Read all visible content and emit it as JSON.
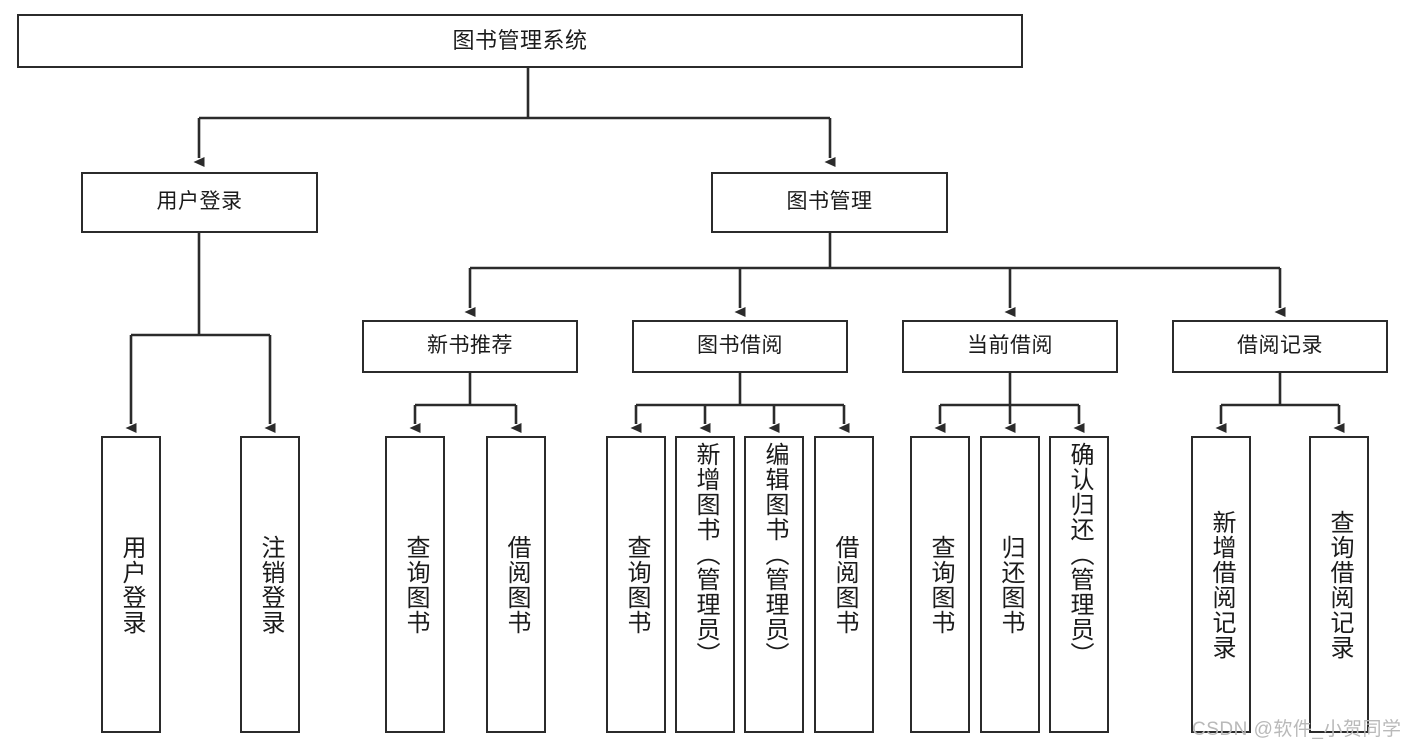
{
  "diagram": {
    "title": "图书管理系统",
    "root": {
      "label": "图书管理系统"
    },
    "level2": [
      {
        "label": "用户登录"
      },
      {
        "label": "图书管理"
      }
    ],
    "level3": [
      {
        "label": "新书推荐"
      },
      {
        "label": "图书借阅"
      },
      {
        "label": "当前借阅"
      },
      {
        "label": "借阅记录"
      }
    ],
    "leaves": {
      "user_login": [
        {
          "label": "用户登录"
        },
        {
          "label": "注销登录"
        }
      ],
      "new_book_recommend": [
        {
          "label": "查询图书"
        },
        {
          "label": "借阅图书"
        }
      ],
      "book_borrow": [
        {
          "label": "查询图书"
        },
        {
          "label": "新增图书（管理员）"
        },
        {
          "label": "编辑图书（管理员）"
        },
        {
          "label": "借阅图书"
        }
      ],
      "current_borrow": [
        {
          "label": "查询图书"
        },
        {
          "label": "归还图书"
        },
        {
          "label": "确认归还（管理员）"
        }
      ],
      "borrow_record": [
        {
          "label": "新增借阅记录"
        },
        {
          "label": "查询借阅记录"
        }
      ]
    }
  },
  "watermark": {
    "text": "CSDN @软件_小贺同学"
  },
  "colors": {
    "border": "#2b2b2b",
    "text": "#1b1b1b",
    "background": "#ffffff",
    "watermark": "#b9b9b9"
  }
}
